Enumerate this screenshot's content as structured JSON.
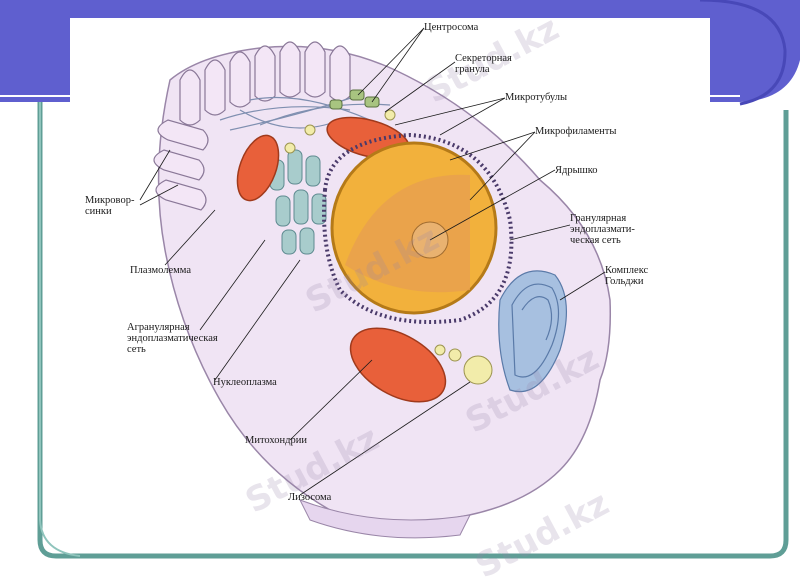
{
  "colors": {
    "frame_blue": "#5f5fcf",
    "frame_teal": "#5f9e96",
    "cytoplasm": "#f0e4f4",
    "nucleus": "#f2b13c",
    "mitochondria": "#e8603a",
    "golgi": "#8fb0d8",
    "er": "#8ab0b8"
  },
  "labels": {
    "centrosome": "Центросома",
    "secretory_granule_l1": "Секреторная",
    "secretory_granule_l2": "гранула",
    "microtubules": "Микротубулы",
    "microfilaments": "Микрофиламенты",
    "nucleolus": "Ядрышко",
    "granular_er_l1": "Гранулярная",
    "granular_er_l2": "эндоплазмати-",
    "granular_er_l3": "ческая сеть",
    "golgi_l1": "Комплекс",
    "golgi_l2": "Гольджи",
    "microvilli_l1": "Микровор-",
    "microvilli_l2": "синки",
    "plasmalemma": "Плазмолемма",
    "agranular_er_l1": "Агранулярная",
    "agranular_er_l2": "эндоплазматическая",
    "agranular_er_l3": "сеть",
    "nucleoplasm": "Нуклеоплазма",
    "mitochondria": "Митохондрии",
    "lysosome": "Лизосома"
  },
  "watermark": "Stud.kz"
}
